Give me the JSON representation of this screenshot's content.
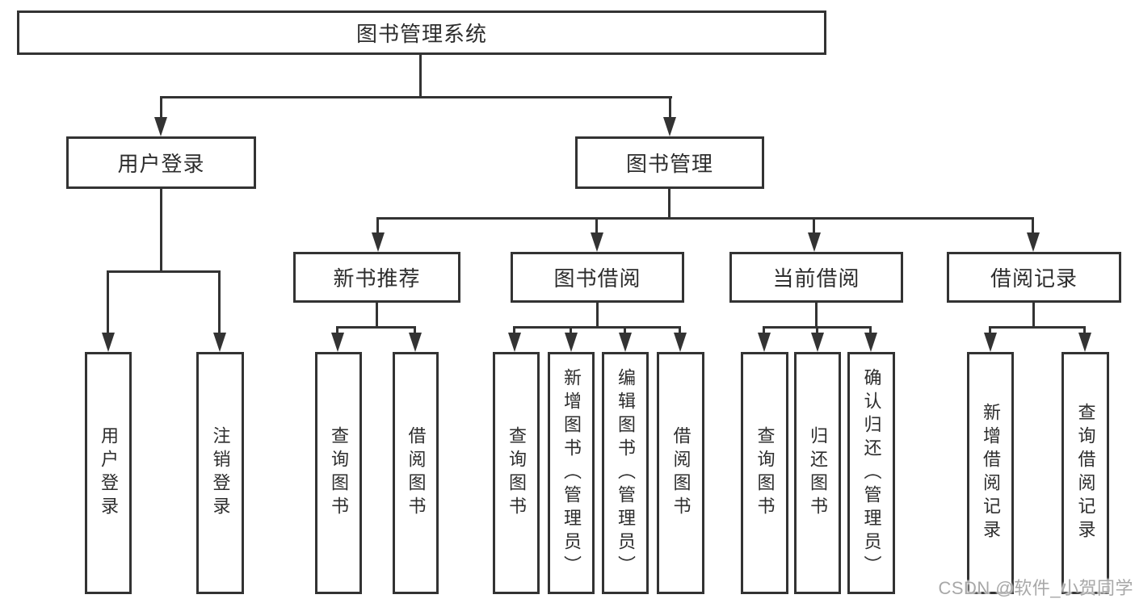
{
  "diagram_title": "图书管理系统",
  "nodes": {
    "root": "图书管理系统",
    "user_login": "用户登录",
    "book_mgmt": "图书管理",
    "new_book_rec": "新书推荐",
    "book_borrow": "图书借阅",
    "current_borrow": "当前借阅",
    "borrow_records": "借阅记录",
    "leaf_user_login": "用户登录",
    "leaf_logout": "注销登录",
    "leaf_query_books_a": "查询图书",
    "leaf_borrow_books_a": "借阅图书",
    "leaf_query_books_b": "查询图书",
    "leaf_add_books": "新增图书（管理员）",
    "leaf_edit_books": "编辑图书（管理员）",
    "leaf_borrow_books_b": "借阅图书",
    "leaf_query_books_c": "查询图书",
    "leaf_return_books": "归还图书",
    "leaf_confirm_return": "确认归还（管理员）",
    "leaf_add_borrow_record": "新增借阅记录",
    "leaf_query_borrow_record": "查询借阅记录"
  },
  "structure": [
    {
      "parent": "图书管理系统",
      "children": [
        "用户登录",
        "图书管理"
      ]
    },
    {
      "parent": "用户登录",
      "children": [
        "用户登录",
        "注销登录"
      ]
    },
    {
      "parent": "图书管理",
      "children": [
        "新书推荐",
        "图书借阅",
        "当前借阅",
        "借阅记录"
      ]
    },
    {
      "parent": "新书推荐",
      "children": [
        "查询图书",
        "借阅图书"
      ]
    },
    {
      "parent": "图书借阅",
      "children": [
        "查询图书",
        "新增图书（管理员）",
        "编辑图书（管理员）",
        "借阅图书"
      ]
    },
    {
      "parent": "当前借阅",
      "children": [
        "查询图书",
        "归还图书",
        "确认归还（管理员）"
      ]
    },
    {
      "parent": "借阅记录",
      "children": [
        "新增借阅记录",
        "查询借阅记录"
      ]
    }
  ],
  "watermark": {
    "text": "CSDN @软件_小贺同学"
  },
  "colors": {
    "line": "#333333",
    "text": "#2d2d2d",
    "watermark": "#a8a8a8",
    "background": "#ffffff"
  }
}
